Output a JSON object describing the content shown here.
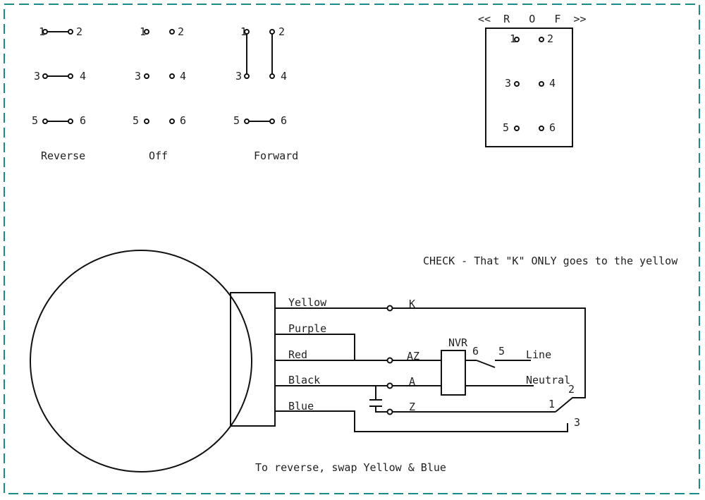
{
  "switch_states": {
    "reverse": {
      "label": "Reverse",
      "t1": "1",
      "t2": "2",
      "t3": "3",
      "t4": "4",
      "t5": "5",
      "t6": "6"
    },
    "off": {
      "label": "Off",
      "t1": "1",
      "t2": "2",
      "t3": "3",
      "t4": "4",
      "t5": "5",
      "t6": "6"
    },
    "forward": {
      "label": "Forward",
      "t1": "1",
      "t2": "2",
      "t3": "3",
      "t4": "4",
      "t5": "5",
      "t6": "6"
    }
  },
  "switch_box": {
    "header": "<<  R   O   F  >>",
    "t1": "1",
    "t2": "2",
    "t3": "3",
    "t4": "4",
    "t5": "5",
    "t6": "6"
  },
  "check_note": "CHECK - That \"K\" ONLY goes to the yellow",
  "wires": {
    "yellow": "Yellow",
    "purple": "Purple",
    "red": "Red",
    "black": "Black",
    "blue": "Blue"
  },
  "terminals": {
    "k": "K",
    "az": "AZ",
    "a": "A",
    "z": "Z"
  },
  "nvr": {
    "label": "NVR",
    "c6": "6",
    "c5": "5",
    "line": "Line",
    "neutral": "Neutral"
  },
  "selector": {
    "p1": "1",
    "p2": "2",
    "p3": "3"
  },
  "footer_note": "To reverse, swap Yellow & Blue",
  "colors": {
    "border": "#1a8a8a"
  }
}
